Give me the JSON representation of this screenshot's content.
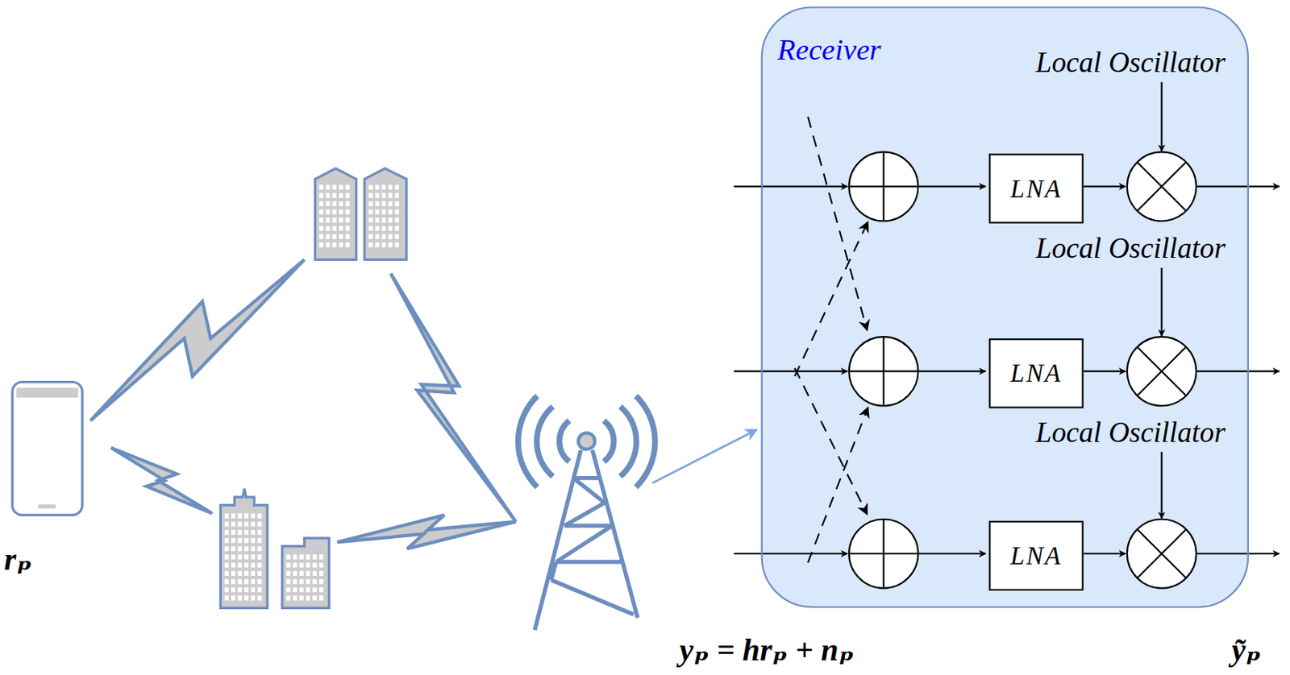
{
  "diagram": {
    "nodes": [
      {
        "text": [
          "Receiver"
        ]
      },
      {
        "text": [
          "LNA"
        ],
        "in": 0
      },
      {
        "text": [
          "LNA"
        ],
        "in": 0
      },
      {
        "text": [
          "LNA"
        ],
        "in": 0
      }
    ],
    "labels": [
      "Local Oscillator",
      "Local Oscillator",
      "Local Oscillator",
      "rₚ",
      "yₚ = hrₚ + nₚ",
      "ỹₚ"
    ]
  }
}
